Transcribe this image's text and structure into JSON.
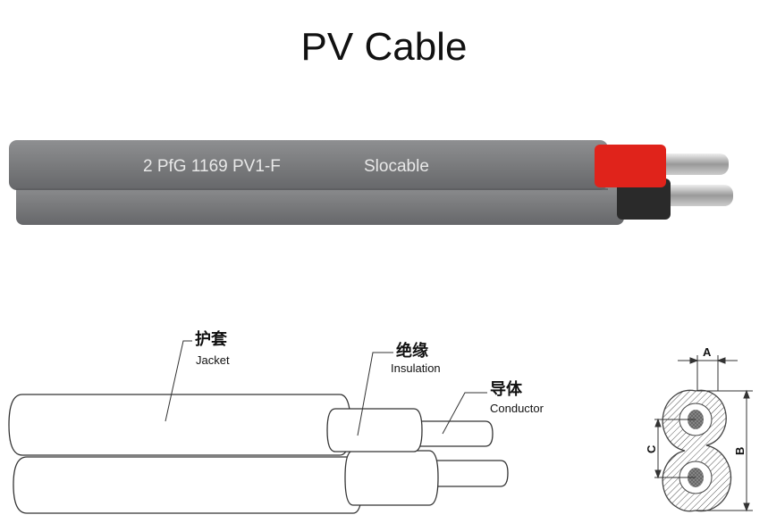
{
  "title": "PV Cable",
  "cable_print": {
    "marking": "2 PfG 1169 PV1-F",
    "brand": "Slocable"
  },
  "parts": [
    {
      "zh": "护套",
      "en": "Jacket"
    },
    {
      "zh": "绝缘",
      "en": "Insulation"
    },
    {
      "zh": "导体",
      "en": "Conductor"
    }
  ],
  "dimensions": {
    "a": "A",
    "b": "B",
    "c": "C"
  },
  "colors": {
    "jacket": "#7a7b7d",
    "red_core": "#e0231b",
    "black_core": "#2a2a2a"
  }
}
